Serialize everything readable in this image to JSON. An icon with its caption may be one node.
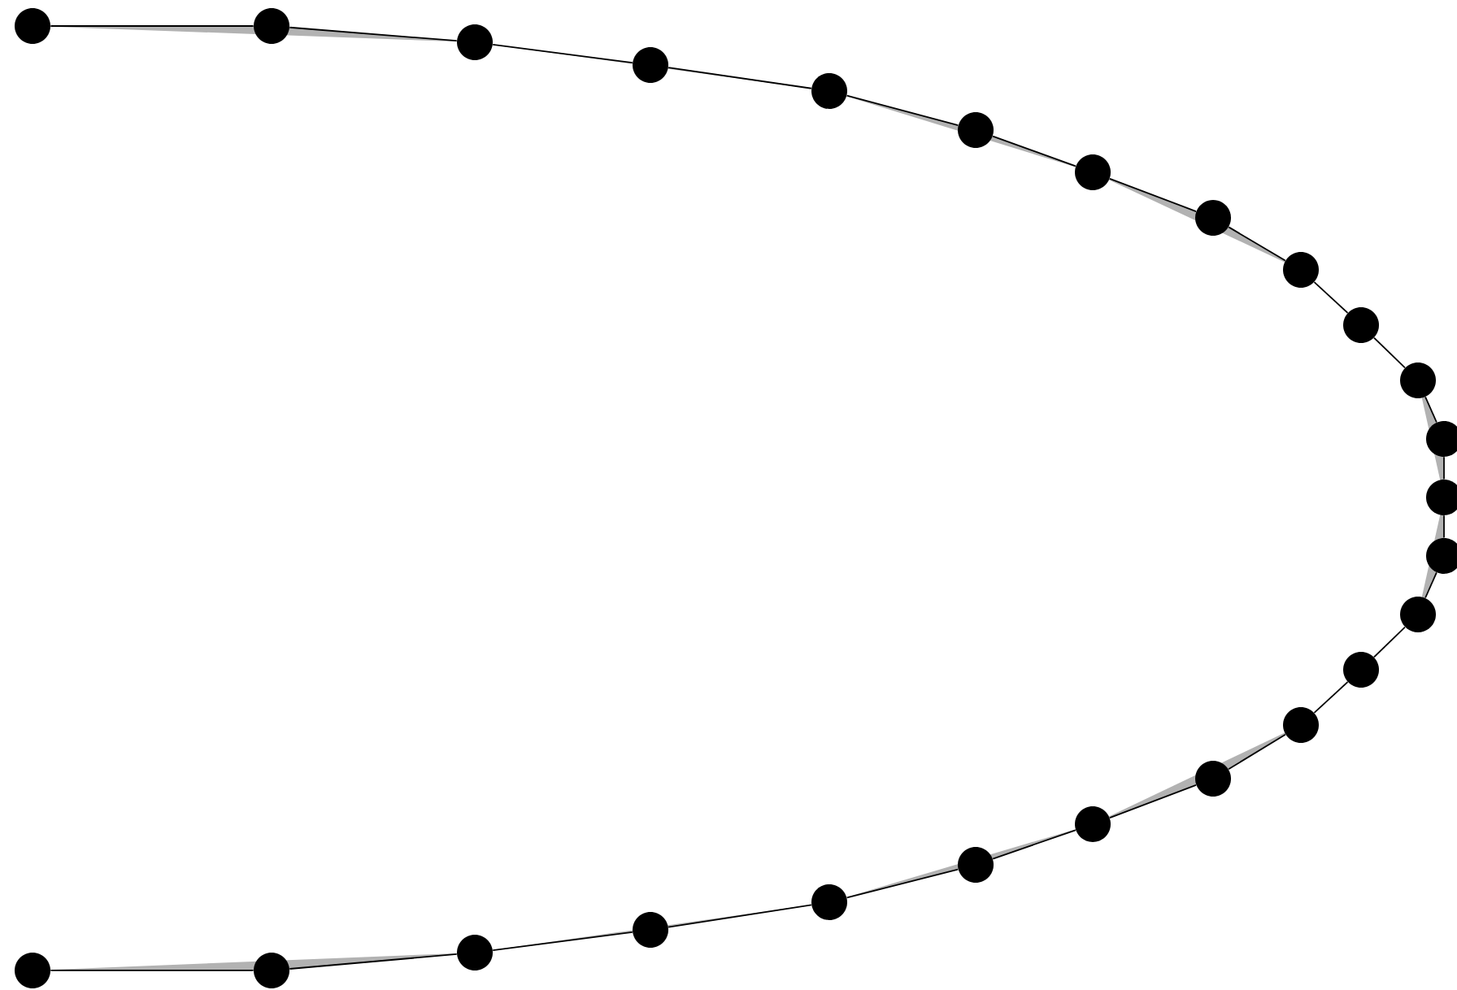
{
  "diagram": {
    "nodes": [
      {
        "text": [],
        "shape": "circle"
      },
      {
        "text": [],
        "shape": "circle"
      },
      {
        "text": [],
        "shape": "circle"
      },
      {
        "text": [],
        "shape": "circle"
      },
      {
        "text": [],
        "shape": "circle"
      },
      {
        "text": [],
        "shape": "circle"
      },
      {
        "text": [],
        "shape": "circle"
      },
      {
        "text": [],
        "shape": "circle"
      },
      {
        "text": [],
        "shape": "circle"
      },
      {
        "text": [],
        "shape": "circle"
      },
      {
        "text": [],
        "shape": "circle"
      },
      {
        "text": [],
        "shape": "circle"
      },
      {
        "text": [],
        "shape": "circle"
      },
      {
        "text": [],
        "shape": "circle"
      },
      {
        "text": [],
        "shape": "circle"
      },
      {
        "text": [],
        "shape": "circle"
      },
      {
        "text": [],
        "shape": "circle"
      },
      {
        "text": [],
        "shape": "circle"
      },
      {
        "text": [],
        "shape": "circle"
      },
      {
        "text": [],
        "shape": "circle"
      },
      {
        "text": [],
        "shape": "circle"
      },
      {
        "text": [],
        "shape": "circle"
      },
      {
        "text": [],
        "shape": "circle"
      },
      {
        "text": [],
        "shape": "circle"
      },
      {
        "text": [],
        "shape": "circle"
      }
    ],
    "edges": [
      {
        "from": 0,
        "to": 1,
        "arrow": "none"
      },
      {
        "from": 1,
        "to": 2,
        "arrow": "none"
      },
      {
        "from": 2,
        "to": 3,
        "arrow": "none"
      },
      {
        "from": 3,
        "to": 4,
        "arrow": "none"
      },
      {
        "from": 4,
        "to": 5,
        "arrow": "none"
      },
      {
        "from": 5,
        "to": 6,
        "arrow": "none"
      },
      {
        "from": 6,
        "to": 7,
        "arrow": "none"
      },
      {
        "from": 7,
        "to": 8,
        "arrow": "none"
      },
      {
        "from": 8,
        "to": 9,
        "arrow": "none"
      },
      {
        "from": 9,
        "to": 10,
        "arrow": "none"
      },
      {
        "from": 10,
        "to": 11,
        "arrow": "none"
      },
      {
        "from": 11,
        "to": 12,
        "arrow": "none"
      },
      {
        "from": 12,
        "to": 13,
        "arrow": "none"
      },
      {
        "from": 13,
        "to": 14,
        "arrow": "none"
      },
      {
        "from": 14,
        "to": 15,
        "arrow": "none"
      },
      {
        "from": 15,
        "to": 16,
        "arrow": "none"
      },
      {
        "from": 16,
        "to": 17,
        "arrow": "none"
      },
      {
        "from": 17,
        "to": 18,
        "arrow": "none"
      },
      {
        "from": 18,
        "to": 19,
        "arrow": "none"
      },
      {
        "from": 19,
        "to": 20,
        "arrow": "none"
      },
      {
        "from": 20,
        "to": 21,
        "arrow": "none"
      },
      {
        "from": 21,
        "to": 22,
        "arrow": "none"
      },
      {
        "from": 22,
        "to": 23,
        "arrow": "none"
      },
      {
        "from": 23,
        "to": 24,
        "arrow": "none"
      }
    ]
  }
}
